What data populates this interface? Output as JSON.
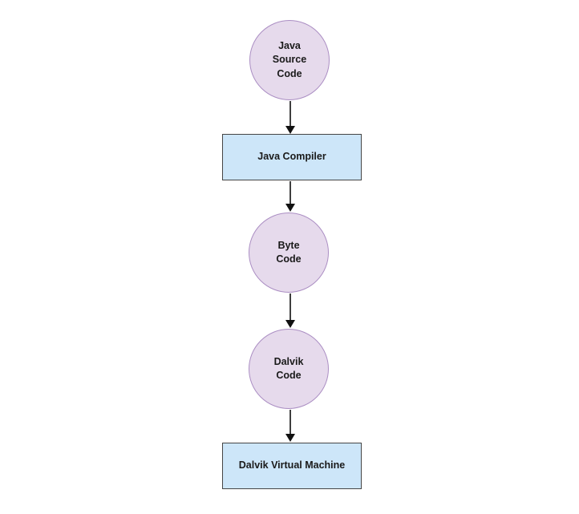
{
  "diagram": {
    "type": "flowchart",
    "background": "#FFFFFF",
    "colors": {
      "circle_fill": "#E6DAEC",
      "circle_stroke": "#AB8EC3",
      "rect_fill": "#CDE6F9",
      "rect_stroke": "#454545",
      "arrow_line": "#3F3F3F",
      "arrow_head": "#111111",
      "text": "#1A1A1A"
    }
  },
  "nodes": [
    {
      "id": "java-source-code",
      "shape": "circle",
      "label": "Java Source Code",
      "lines": [
        "Java",
        "Source",
        "Code"
      ]
    },
    {
      "id": "java-compiler",
      "shape": "rect",
      "label": "Java Compiler",
      "lines": [
        "Java Compiler"
      ]
    },
    {
      "id": "byte-code",
      "shape": "circle",
      "label": "Byte Code",
      "lines": [
        "Byte",
        "Code"
      ]
    },
    {
      "id": "dalvik-code",
      "shape": "circle",
      "label": "Dalvik Code",
      "lines": [
        "Dalvik",
        "Code"
      ]
    },
    {
      "id": "dalvik-virtual-machine",
      "shape": "rect",
      "label": "Dalvik Virtual Machine",
      "lines": [
        "Dalvik Virtual Machine"
      ]
    }
  ],
  "edges": [
    {
      "from": "java-source-code",
      "to": "java-compiler",
      "direction": "down"
    },
    {
      "from": "java-compiler",
      "to": "byte-code",
      "direction": "down"
    },
    {
      "from": "byte-code",
      "to": "dalvik-code",
      "direction": "down"
    },
    {
      "from": "dalvik-code",
      "to": "dalvik-virtual-machine",
      "direction": "down"
    }
  ]
}
